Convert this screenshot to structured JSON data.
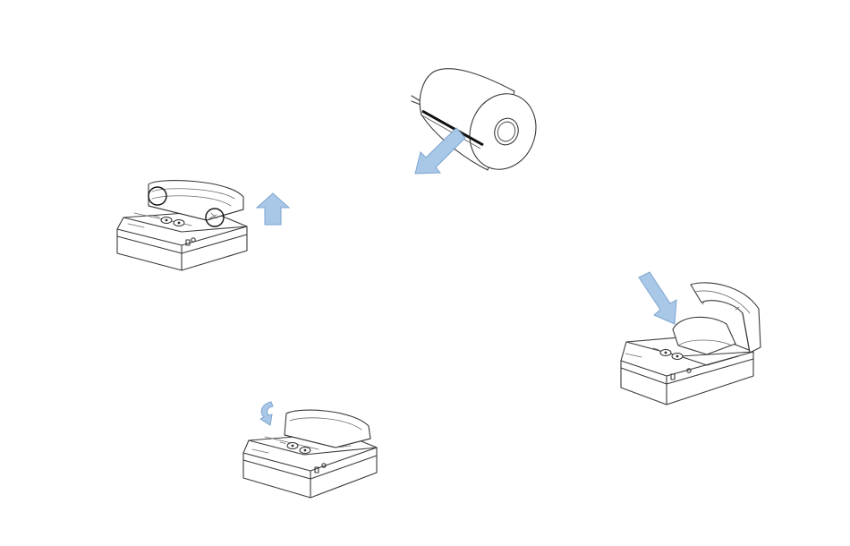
{
  "colors": {
    "arrow_fill": "#a9c7e6",
    "arrow_stroke": "#7ea6d0",
    "line": "#3a3a3a"
  },
  "steps": [
    {
      "id": "open-cover",
      "icon": "up-arrow-icon"
    },
    {
      "id": "insert-roll",
      "icon": "diagonal-arrow-icon"
    },
    {
      "id": "load-paper",
      "icon": "down-arrow-icon"
    },
    {
      "id": "close-cover",
      "icon": "curved-arrow-icon"
    }
  ]
}
